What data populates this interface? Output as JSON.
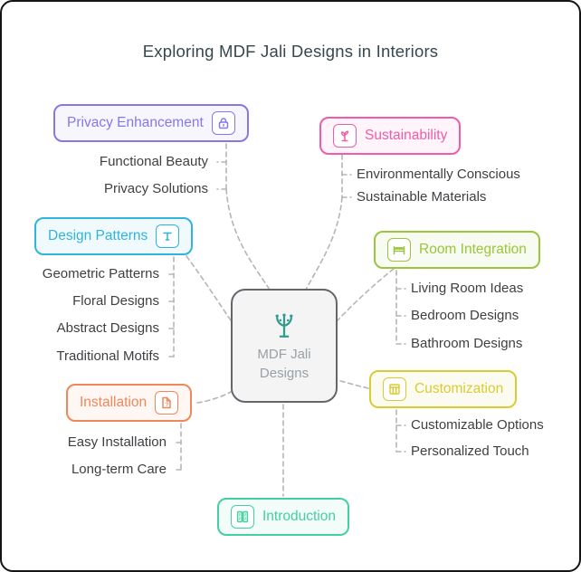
{
  "title": "Exploring MDF Jali Designs in Interiors",
  "connector_color": "#b5b5b5",
  "center": {
    "line1": "MDF Jali",
    "line2": "Designs",
    "icon": "tree-icon",
    "icon_color": "#2f9c8e",
    "border_color": "#63676b"
  },
  "branches": {
    "privacy": {
      "label": "Privacy Enhancement",
      "color": "#8678e9",
      "icon": "lock-icon",
      "children": [
        "Functional Beauty",
        "Privacy Solutions"
      ]
    },
    "sustainability": {
      "label": "Sustainability",
      "color": "#ef5da8",
      "icon": "plant-icon",
      "children": [
        "Environmentally Conscious",
        "Sustainable Materials"
      ]
    },
    "design_patterns": {
      "label": "Design Patterns",
      "color": "#2fb4dc",
      "icon": "text-style-icon",
      "children": [
        "Geometric Patterns",
        "Floral Designs",
        "Abstract Designs",
        "Traditional Motifs"
      ]
    },
    "room_integration": {
      "label": "Room Integration",
      "color": "#9cc43c",
      "icon": "bed-icon",
      "children": [
        "Living Room Ideas",
        "Bedroom Designs",
        "Bathroom Designs"
      ]
    },
    "installation": {
      "label": "Installation",
      "color": "#f0875a",
      "icon": "document-question-icon",
      "children": [
        "Easy Installation",
        "Long-term Care"
      ]
    },
    "customization": {
      "label": "Customization",
      "color": "#dbcb33",
      "icon": "window-icon",
      "children": [
        "Customizable Options",
        "Personalized Touch"
      ]
    },
    "introduction": {
      "label": "Introduction",
      "color": "#43cfa0",
      "icon": "jali-panel-icon",
      "children": []
    }
  }
}
